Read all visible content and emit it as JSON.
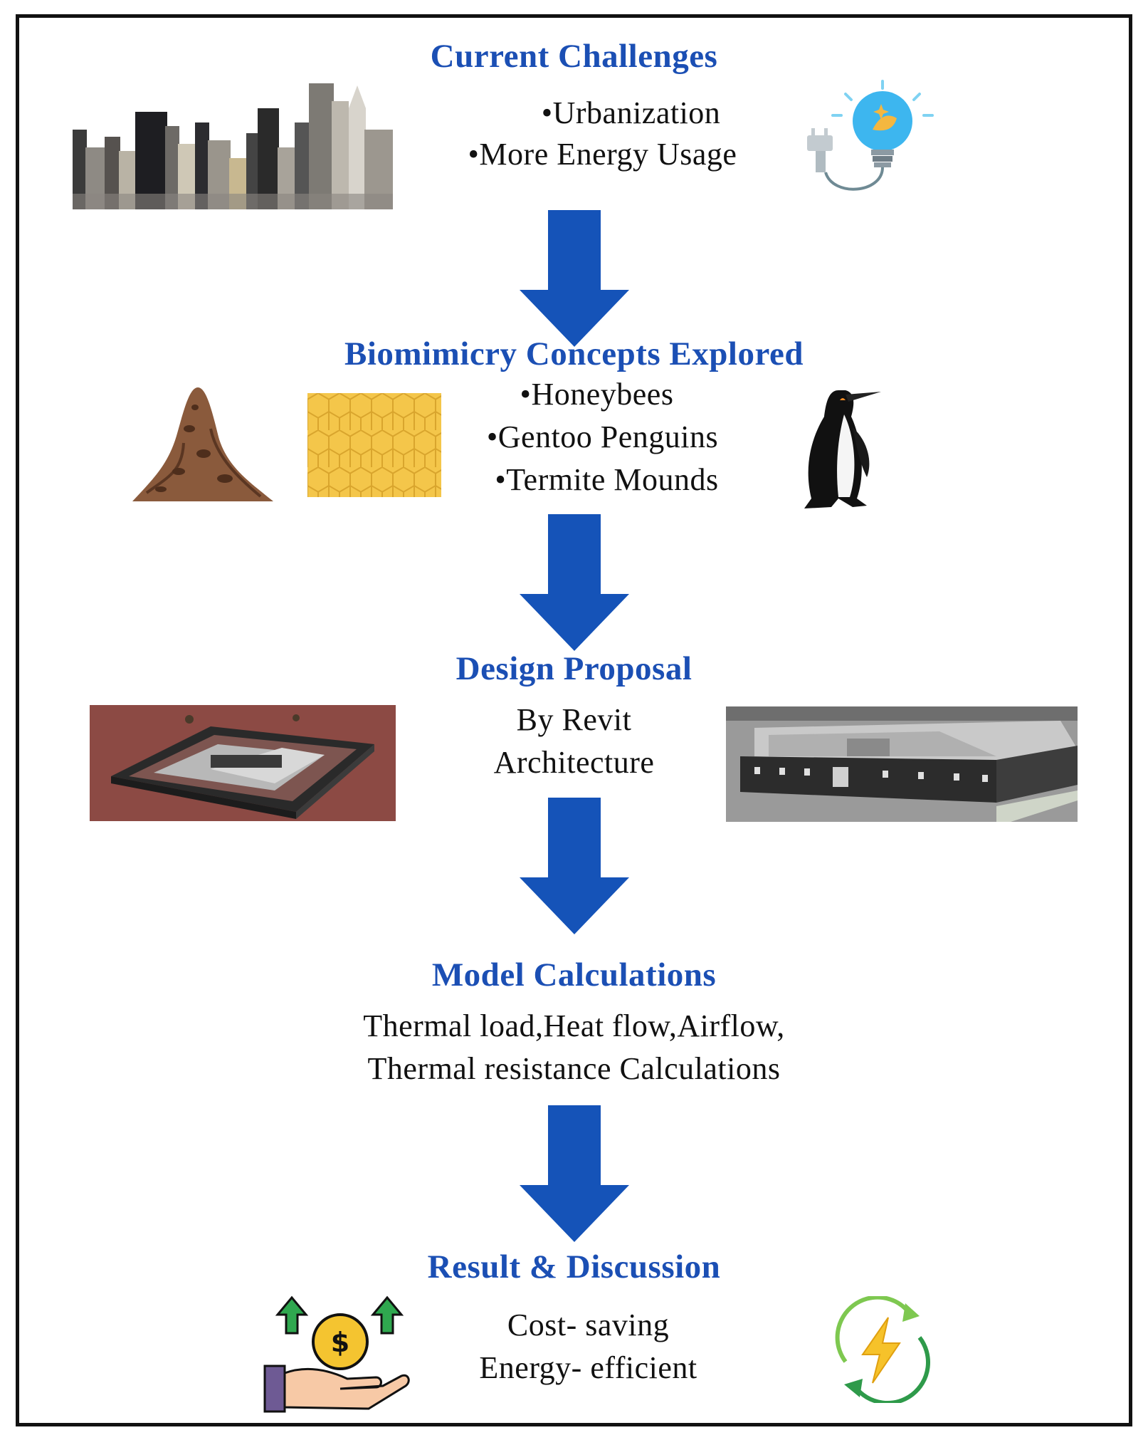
{
  "colors": {
    "title": "#1b4fb4",
    "arrow": "#1553b8",
    "border": "#111111"
  },
  "stages": [
    {
      "title": "Current Challenges",
      "lines": [
        "•Urbanization",
        "•More Energy Usage"
      ],
      "icons": [
        "city-skyline-icon",
        "lightbulb-plug-icon"
      ]
    },
    {
      "title": "Biomimicry Concepts Explored",
      "lines": [
        "•Honeybees",
        "•Gentoo Penguins",
        "•Termite Mounds"
      ],
      "icons": [
        "termite-mound-icon",
        "honeycomb-icon",
        "penguin-icon"
      ]
    },
    {
      "title": "Design Proposal",
      "lines": [
        "By Revit",
        "Architecture"
      ],
      "icons": [
        "revit-model-overview-image",
        "revit-model-closeup-image"
      ]
    },
    {
      "title": "Model Calculations",
      "lines": [
        "Thermal load,Heat flow,Airflow,",
        "Thermal resistance Calculations"
      ],
      "icons": []
    },
    {
      "title": "Result & Discussion",
      "lines": [
        "Cost- saving",
        "Energy- efficient"
      ],
      "icons": [
        "money-growth-hand-icon",
        "renewable-energy-cycle-icon"
      ]
    }
  ]
}
